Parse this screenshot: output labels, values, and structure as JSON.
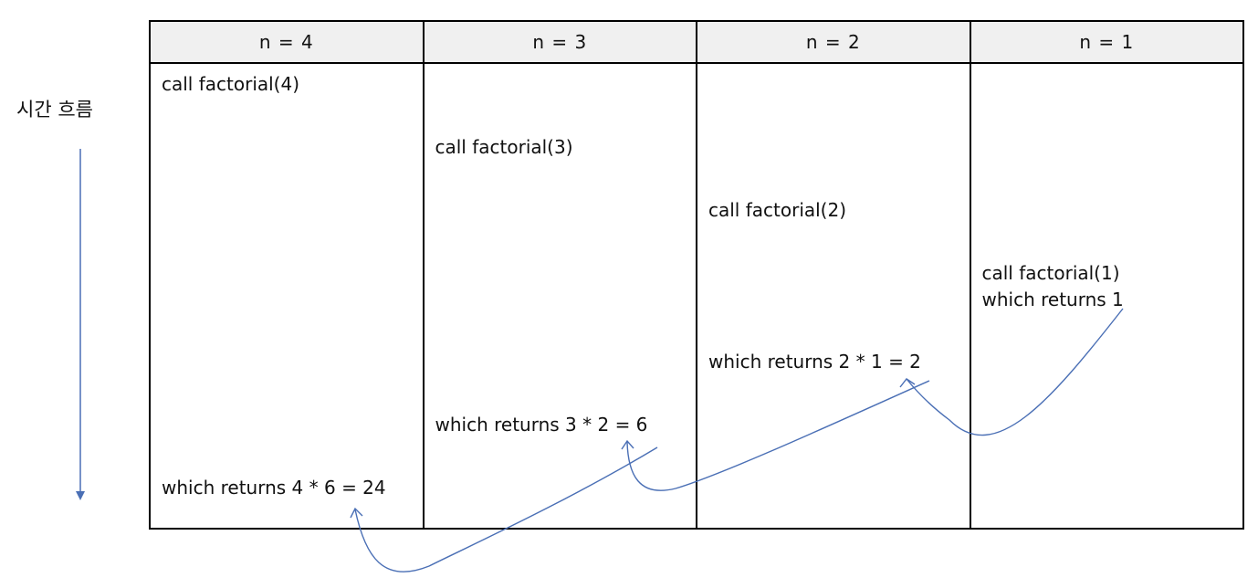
{
  "side": {
    "time_label": "시간 흐름"
  },
  "columns": [
    {
      "header": "n = 4",
      "call": "call factorial(4)",
      "ret": "which returns 4 * 6 = 24"
    },
    {
      "header": "n = 3",
      "call": "call factorial(3)",
      "ret": "which returns 3 * 2 = 6"
    },
    {
      "header": "n = 2",
      "call": "call factorial(2)",
      "ret": "which returns 2 * 1 = 2"
    },
    {
      "header": "n = 1",
      "call": "call factorial(1)",
      "ret": "which returns 1"
    }
  ],
  "colors": {
    "arrow": "#4a6fb5",
    "border": "#000000",
    "header_bg": "#f0f0f0"
  }
}
